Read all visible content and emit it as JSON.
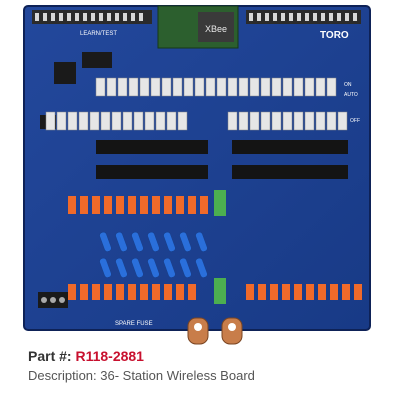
{
  "board": {
    "logo_text": "TORO",
    "module_text": "XBee",
    "learn_test_label": "LEARN/TEST",
    "spare_fuse_label": "SPARE FUSE",
    "on_label": "ON",
    "off_label": "OFF",
    "auto_label": "AUTO",
    "colors": {
      "pcb": "#1d3f8f",
      "pcb_dark": "#12296a",
      "terminal_orange": "#f06a2a",
      "terminal_green": "#4caf50",
      "cap_blue": "#2a6fdb",
      "copper": "#c87d4a"
    }
  },
  "caption": {
    "part_label": "Part #:",
    "part_number": "R118-2881",
    "description": "Description: 36- Station Wireless Board",
    "colors": {
      "label": "#333333",
      "part_number": "#c8102e",
      "description": "#555555"
    }
  }
}
